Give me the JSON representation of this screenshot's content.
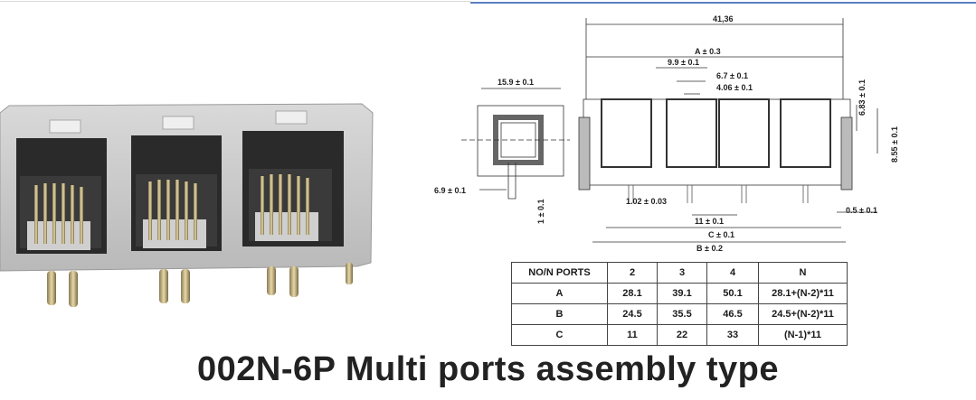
{
  "drawing": {
    "dims": {
      "overall_width": "41,36",
      "a_dim": "A ± 0.3",
      "pitch_9_9": "9.9 ± 0.1",
      "dim_6_7": "6.7 ± 0.1",
      "dim_4_06": "4.06 ± 0.1",
      "dim_6_83": "6.83 ± 0.1",
      "dim_8_55": "8.55 ± 0.1",
      "side_width": "15.9 ± 0.1",
      "dim_6_9": "6.9 ± 0.1",
      "dim_1": "1 ± 0.1",
      "dim_1_02": "1.02 ± 0.03",
      "pitch_11": "11 ± 0.1",
      "c_dim": "C ± 0.1",
      "b_dim": "B ± 0.2",
      "dim_0_5": "0.5 ± 0.1"
    }
  },
  "table": {
    "headers": [
      "NO/N PORTS",
      "2",
      "3",
      "4",
      "N"
    ],
    "rows": [
      [
        "A",
        "28.1",
        "39.1",
        "50.1",
        "28.1+(N-2)*11"
      ],
      [
        "B",
        "24.5",
        "35.5",
        "46.5",
        "24.5+(N-2)*11"
      ],
      [
        "C",
        "11",
        "22",
        "33",
        "(N-1)*11"
      ]
    ]
  },
  "caption": "002N-6P Multi ports assembly type"
}
